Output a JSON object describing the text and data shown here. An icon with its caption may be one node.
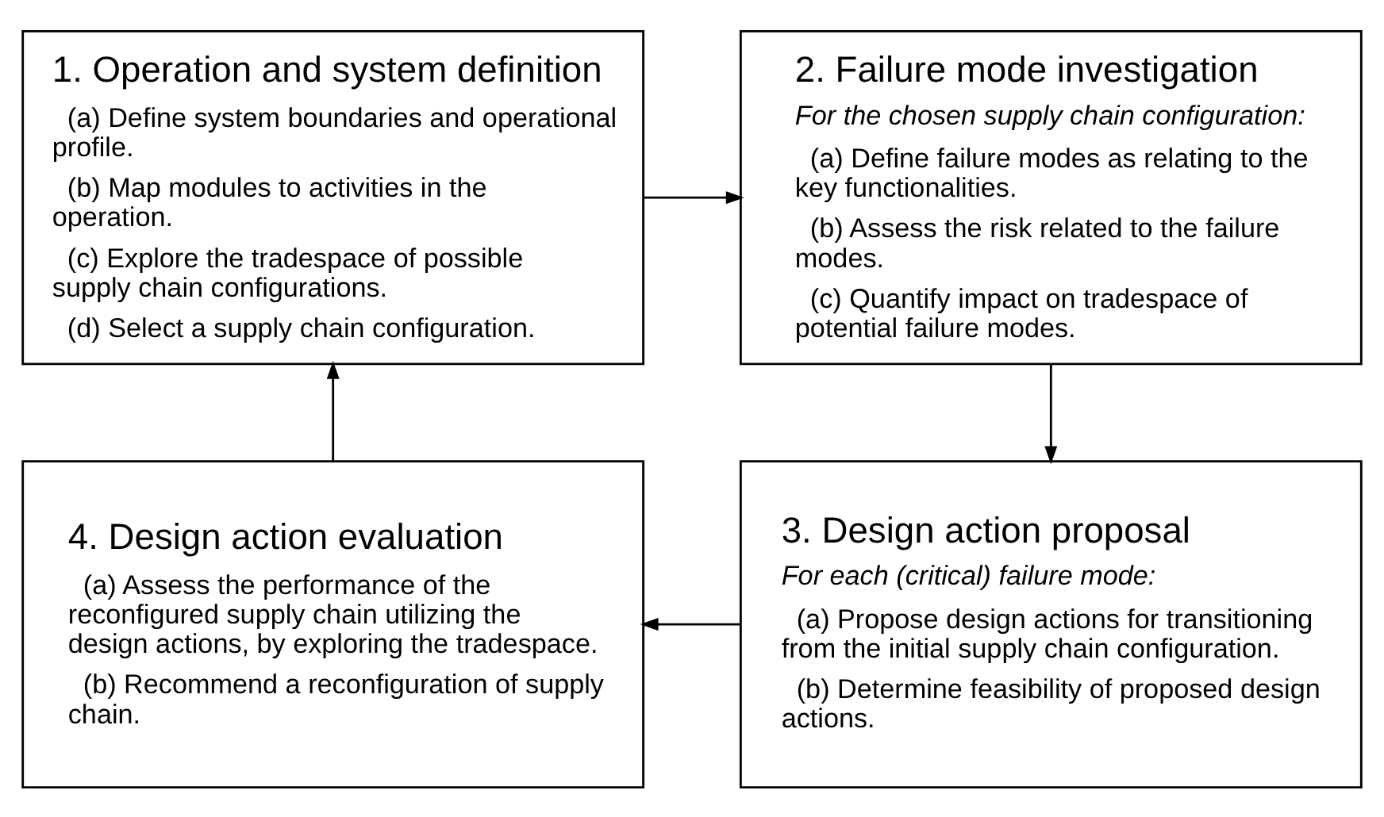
{
  "diagram": {
    "nodes": [
      {
        "text": [
          "1. Operation and system definition",
          "(a) Define system boundaries and operational profile.",
          "(b) Map modules to activities in the operation.",
          "(c) Explore the tradespace of possible supply chain configurations.",
          "(d) Select a supply chain configuration."
        ]
      },
      {
        "text": [
          "2. Failure mode investigation",
          "For the chosen supply chain configuration:",
          "(a) Define failure modes as relating to the key functionalities.",
          "(b) Assess the risk related to the failure modes.",
          "(c) Quantify impact on tradespace of potential failure modes."
        ]
      },
      {
        "text": [
          "3. Design action proposal",
          "For each (critical) failure mode:",
          "(a) Propose design actions for transitioning from the initial supply chain configuration.",
          "(b) Determine feasibility of proposed design actions."
        ]
      },
      {
        "text": [
          "4. Design action evaluation",
          "(a) Assess the performance of the reconfigured supply chain utilizing the design actions, by exploring the tradespace.",
          "(b) Recommend a reconfiguration of supply chain."
        ]
      }
    ],
    "edges": [
      {
        "from": 0,
        "to": 1,
        "arrow": "to"
      },
      {
        "from": 1,
        "to": 2,
        "arrow": "to"
      },
      {
        "from": 2,
        "to": 3,
        "arrow": "to"
      },
      {
        "from": 3,
        "to": 0,
        "arrow": "to"
      }
    ]
  }
}
